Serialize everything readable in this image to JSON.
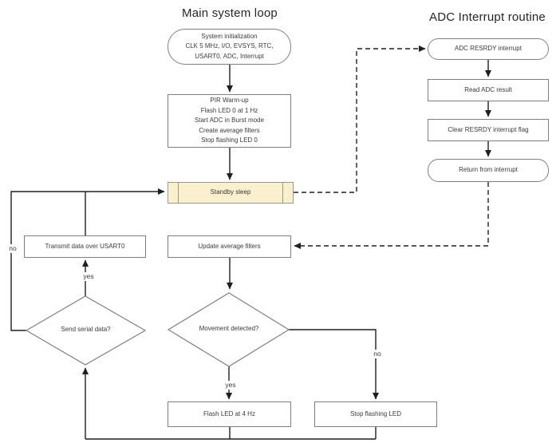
{
  "titles": {
    "main": "Main system loop",
    "adc": "ADC Interrupt routine"
  },
  "nodes": {
    "init": {
      "type": "terminator",
      "text": "System initialization\nCLK 5 MHz, I/O, EVSYS, RTC,\nUSART0, ADC, Interrupt"
    },
    "warmup": {
      "type": "process",
      "text": "PIR Warm-up\nFlash LED 0 at 1 Hz\nStart ADC in Burst mode\nCreate average filters\nStop flashing LED 0"
    },
    "standby": {
      "type": "predefined-process",
      "text": "Standby sleep"
    },
    "transmit": {
      "type": "process",
      "text": "Transmit data over USART0"
    },
    "update": {
      "type": "process",
      "text": "Update average filters"
    },
    "send_serial": {
      "type": "decision",
      "text": "Send serial data?"
    },
    "movement": {
      "type": "decision",
      "text": "Movement detected?"
    },
    "flash_led": {
      "type": "process",
      "text": "Flash LED at 4 Hz"
    },
    "stop_flash": {
      "type": "process",
      "text": "Stop flashing LED"
    },
    "adc_resrdy": {
      "type": "terminator",
      "text": "ADC RESRDY interrupt"
    },
    "read_adc": {
      "type": "process",
      "text": "Read ADC result"
    },
    "clear_flag": {
      "type": "process",
      "text": "Clear RESRDY interrupt flag"
    },
    "return_int": {
      "type": "terminator",
      "text": "Return from interrupt"
    }
  },
  "edge_labels": {
    "serial_yes": "yes",
    "serial_no": "no",
    "movement_yes": "yes",
    "movement_no": "no"
  },
  "colors": {
    "line": "#1f1f1f",
    "border": "#808080",
    "text": "#3b3b3b",
    "title": "#262626",
    "standby_fill": "#faf0cd",
    "standby_border": "#9a9a8a"
  }
}
